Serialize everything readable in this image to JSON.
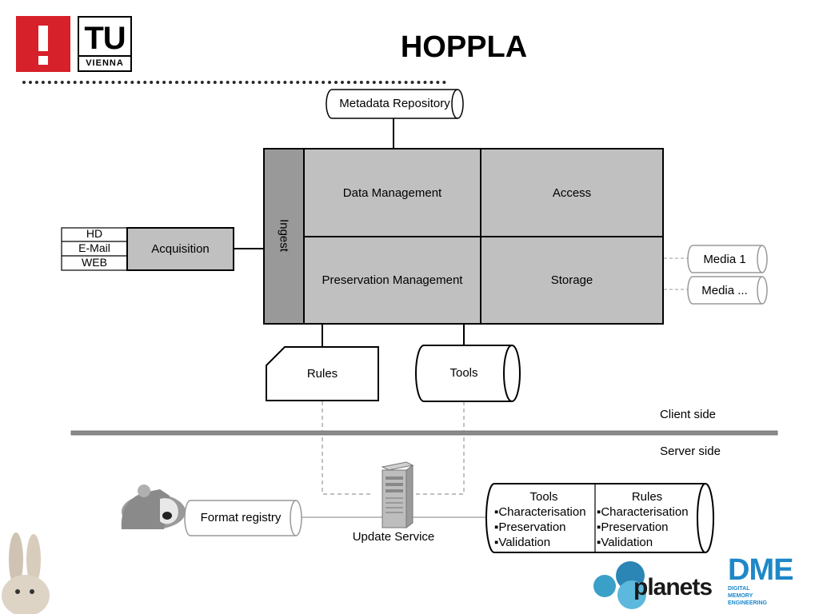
{
  "header": {
    "title": "HOPPLA",
    "logo_text": "TU",
    "logo_subtext": "VIENNA"
  },
  "diagram": {
    "metadata_repository": "Metadata Repository",
    "ingest": "Ingest",
    "data_management": "Data Management",
    "access": "Access",
    "preservation_management": "Preservation Management",
    "storage": "Storage",
    "acquisition": "Acquisition",
    "sources": [
      "HD",
      "E-Mail",
      "WEB"
    ],
    "media": [
      "Media 1",
      "Media ..."
    ],
    "rules": "Rules",
    "tools": "Tools",
    "client_side": "Client side",
    "server_side": "Server side",
    "format_registry": "Format registry",
    "update_service": "Update Service",
    "server_tools": {
      "title": "Tools",
      "items": [
        "▪Characterisation",
        "▪Preservation",
        "▪Validation"
      ]
    },
    "server_rules": {
      "title": "Rules",
      "items": [
        "▪Characterisation",
        "▪Preservation",
        "▪Validation"
      ]
    }
  },
  "footer": {
    "planets_logo": "planets",
    "dme_logo": "DME",
    "dme_tagline": [
      "DIGITAL",
      "MEMORY",
      "ENGINEERING"
    ]
  },
  "colors": {
    "box_fill": "#c0c0c0",
    "ingest_fill": "#999999",
    "separator": "#8a8a8a",
    "tu_red": "#d6202a",
    "dme_blue": "#1e88c8"
  }
}
